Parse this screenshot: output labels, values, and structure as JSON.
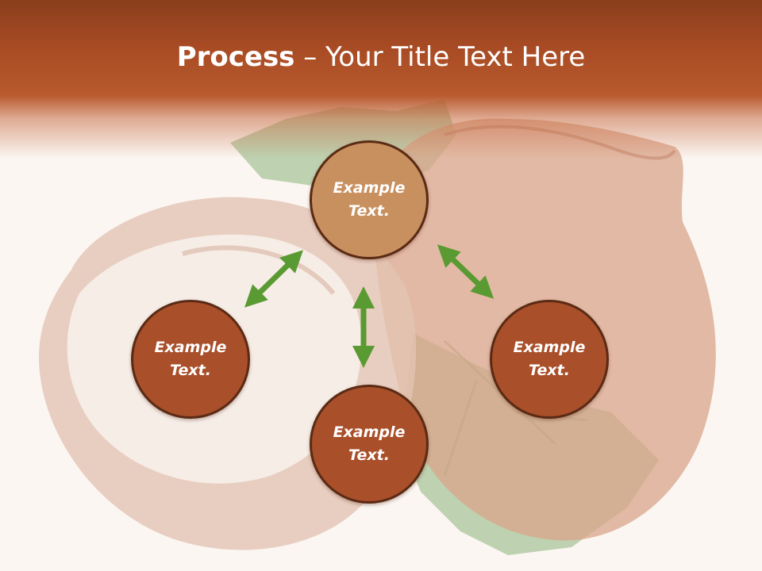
{
  "title": {
    "bold": "Process",
    "rest": " – Your Title Text Here"
  },
  "nodes": [
    {
      "id": "top",
      "text": "Example Text."
    },
    {
      "id": "left",
      "text": "Example Text."
    },
    {
      "id": "right",
      "text": "Example Text."
    },
    {
      "id": "bottom",
      "text": "Example Text."
    }
  ],
  "colors": {
    "header": "#a84b24",
    "top_node": "#c8905f",
    "node": "#a94f2a",
    "node_border": "#5a2a14",
    "arrow": "#5a9a32"
  }
}
